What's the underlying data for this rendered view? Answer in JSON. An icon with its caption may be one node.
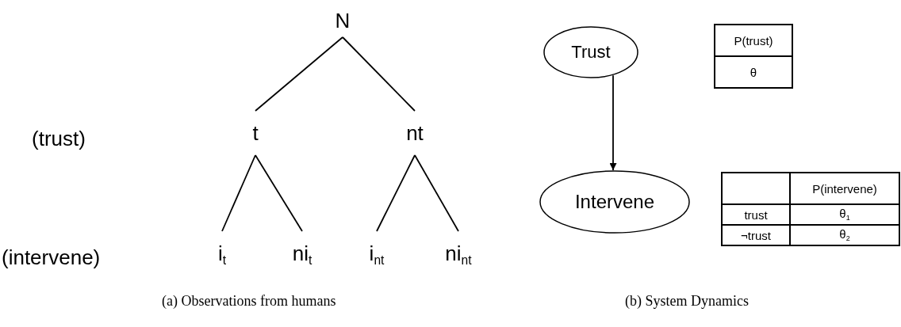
{
  "diagram": {
    "nodes": [
      {
        "text": [
          "N"
        ]
      },
      {
        "text": [
          "t"
        ]
      },
      {
        "text": [
          "nt"
        ]
      },
      {
        "text": [
          "i$_{t}$"
        ]
      },
      {
        "text": [
          "ni$_{t}$"
        ]
      },
      {
        "text": [
          "i$_{nt}$"
        ]
      },
      {
        "text": [
          "ni$_{nt}$"
        ]
      },
      {
        "text": [
          "Trust"
        ]
      },
      {
        "text": [
          "Intervene"
        ]
      }
    ],
    "edges": [
      {
        "from": 0,
        "to": 1,
        "arrow": "none"
      },
      {
        "from": 0,
        "to": 2,
        "arrow": "none"
      },
      {
        "from": 1,
        "to": 3,
        "arrow": "none"
      },
      {
        "from": 1,
        "to": 4,
        "arrow": "none"
      },
      {
        "from": 2,
        "to": 5,
        "arrow": "none"
      },
      {
        "from": 2,
        "to": 6,
        "arrow": "none"
      },
      {
        "from": 7,
        "to": 8,
        "arrow": "to"
      }
    ],
    "labels": [
      "(trust)",
      "(intervene)",
      "P(trust)",
      "θ",
      "P(intervene)",
      "trust",
      "θ$_{1}$",
      "¬trust",
      "θ$_{2}$",
      "(a) Observations from humans",
      "(b) System Dynamics"
    ]
  }
}
